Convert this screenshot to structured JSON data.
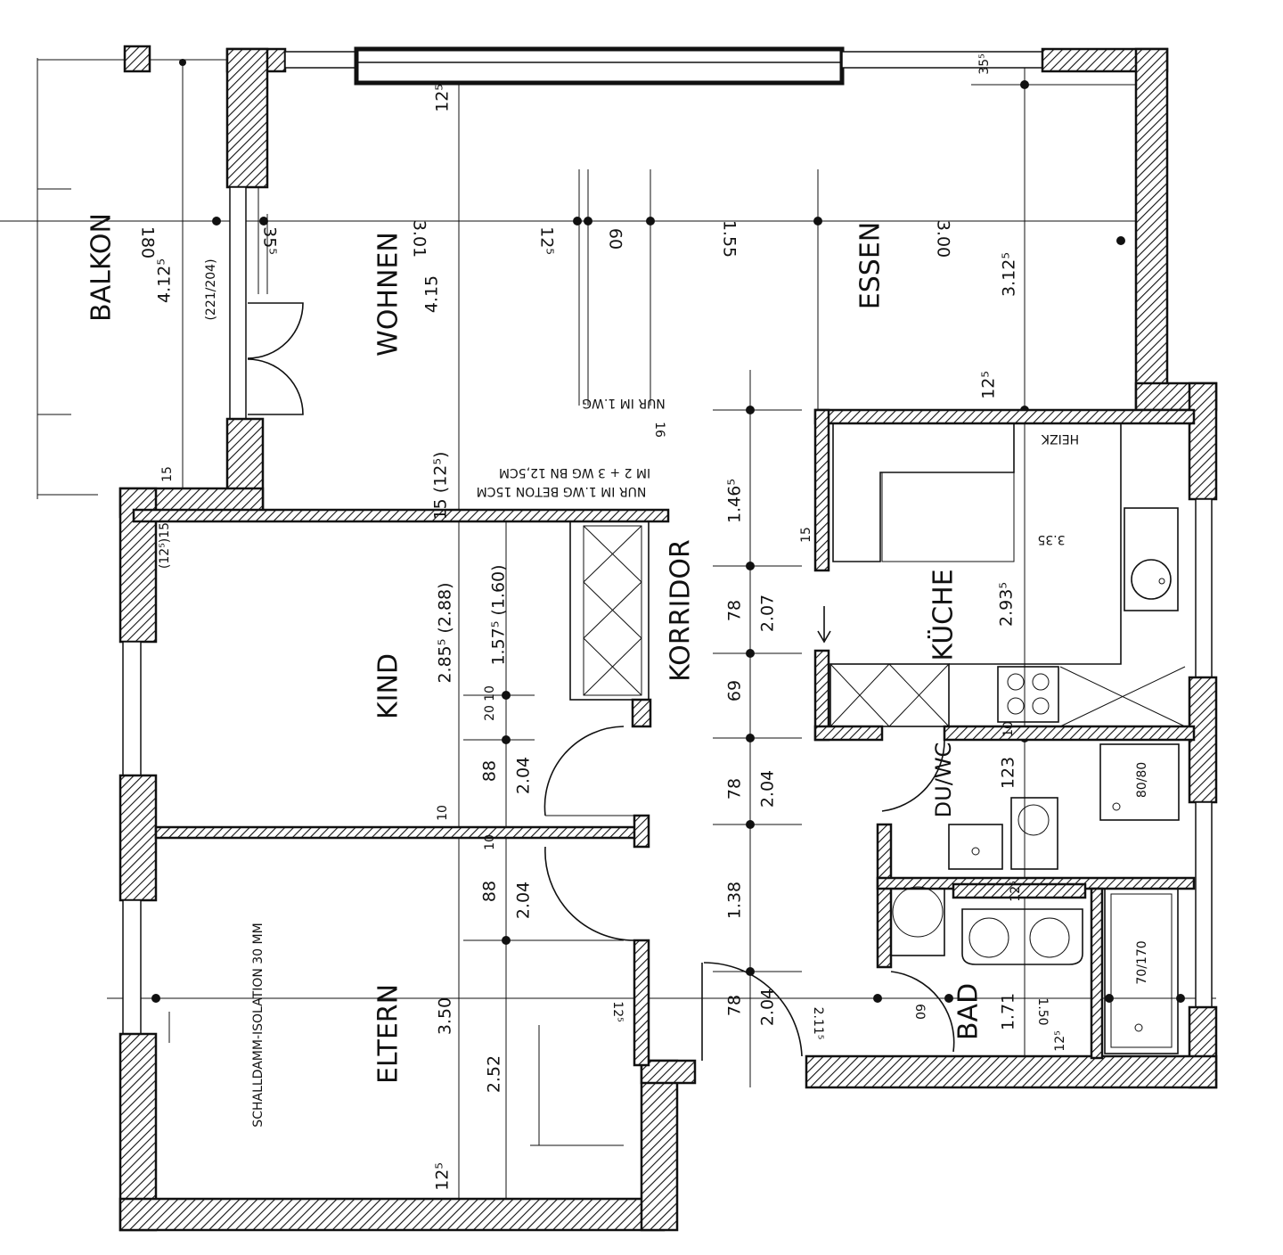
{
  "rooms": [
    "BALKON",
    "WOHNEN",
    "ESSEN",
    "KÜCHE",
    "KORRIDOR",
    "KIND",
    "ELTERN",
    "DU/WC",
    "BAD"
  ],
  "dims": [
    "180",
    "4.12⁵",
    "(221/204)",
    "35⁵",
    "3.01",
    "4.15",
    "12⁵",
    "12⁵",
    "60",
    "1.55",
    "3.00",
    "3.12⁵",
    "12⁵",
    "35⁵",
    "16",
    "15 (12⁵)",
    "1.46⁵",
    "3.35",
    "2.93⁵",
    "78",
    "2.07",
    "69",
    "78",
    "2.04",
    "1.38",
    "78",
    "2.04",
    "2.11⁵",
    "60",
    "1.71",
    "1.50",
    "12⁵",
    "123",
    "12⁵",
    "10",
    "2.85⁵ (2.88)",
    "1.57⁵ (1.60)",
    "20",
    "10",
    "88",
    "2.04",
    "10",
    "10",
    "88",
    "2.04",
    "3.50",
    "2.52",
    "12⁵",
    "12⁵",
    "(12⁵)15",
    "15",
    "15"
  ],
  "notes": {
    "nur_im_1wg": "NUR IM 1.WG",
    "beton_line1": "NUR IM 1.WG  BETON 15CM",
    "beton_line2": "IM 2 + 3 WG  BN 12,5CM",
    "heizk": "HEIZK",
    "schalldamm": "SCHALLDAMM-ISOLATION 30 MM",
    "shower": "80/80",
    "bathtub": "70/170"
  }
}
